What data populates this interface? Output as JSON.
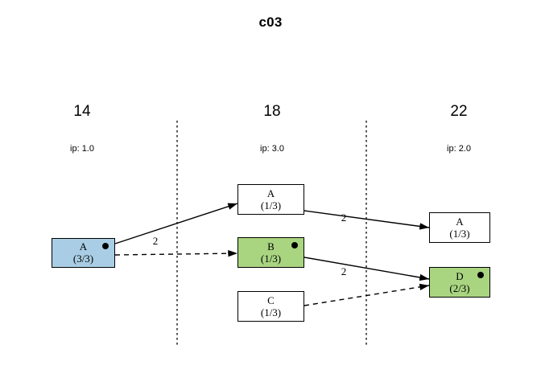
{
  "title": "c03",
  "columns": [
    {
      "time": "14",
      "ip": "ip: 1.0"
    },
    {
      "time": "18",
      "ip": "ip: 3.0"
    },
    {
      "time": "22",
      "ip": "ip: 2.0"
    }
  ],
  "nodes": [
    {
      "id": "n-c0-a",
      "name": "A",
      "fraction": "(3/3)",
      "fill": "blue",
      "dot": true
    },
    {
      "id": "n-c1-a",
      "name": "A",
      "fraction": "(1/3)",
      "fill": "white",
      "dot": false
    },
    {
      "id": "n-c1-b",
      "name": "B",
      "fraction": "(1/3)",
      "fill": "green",
      "dot": true
    },
    {
      "id": "n-c1-c",
      "name": "C",
      "fraction": "(1/3)",
      "fill": "white",
      "dot": false
    },
    {
      "id": "n-c2-a",
      "name": "A",
      "fraction": "(1/3)",
      "fill": "white",
      "dot": false
    },
    {
      "id": "n-c2-d",
      "name": "D",
      "fraction": "(2/3)",
      "fill": "green",
      "dot": true
    }
  ],
  "edges": [
    {
      "id": "e-a0-a1",
      "from": "n-c0-a",
      "to": "n-c1-a",
      "style": "solid",
      "label": "2"
    },
    {
      "id": "e-a0-b1",
      "from": "n-c0-a",
      "to": "n-c1-b",
      "style": "dashed",
      "label": ""
    },
    {
      "id": "e-a1-a2",
      "from": "n-c1-a",
      "to": "n-c2-a",
      "style": "solid",
      "label": "2"
    },
    {
      "id": "e-b1-d2",
      "from": "n-c1-b",
      "to": "n-c2-d",
      "style": "solid",
      "label": "2"
    },
    {
      "id": "e-c1-d2",
      "from": "n-c1-c",
      "to": "n-c2-d",
      "style": "dashed",
      "label": ""
    }
  ],
  "edge_labels": [
    {
      "id": "lbl-a0-a1",
      "text": "2"
    },
    {
      "id": "lbl-a1-a2",
      "text": "2"
    },
    {
      "id": "lbl-b1-d2",
      "text": "2"
    }
  ],
  "colors": {
    "node_blue": "#a9cde4",
    "node_green": "#a9d581",
    "node_white": "#ffffff",
    "stroke": "#000000",
    "background": "#ffffff"
  }
}
